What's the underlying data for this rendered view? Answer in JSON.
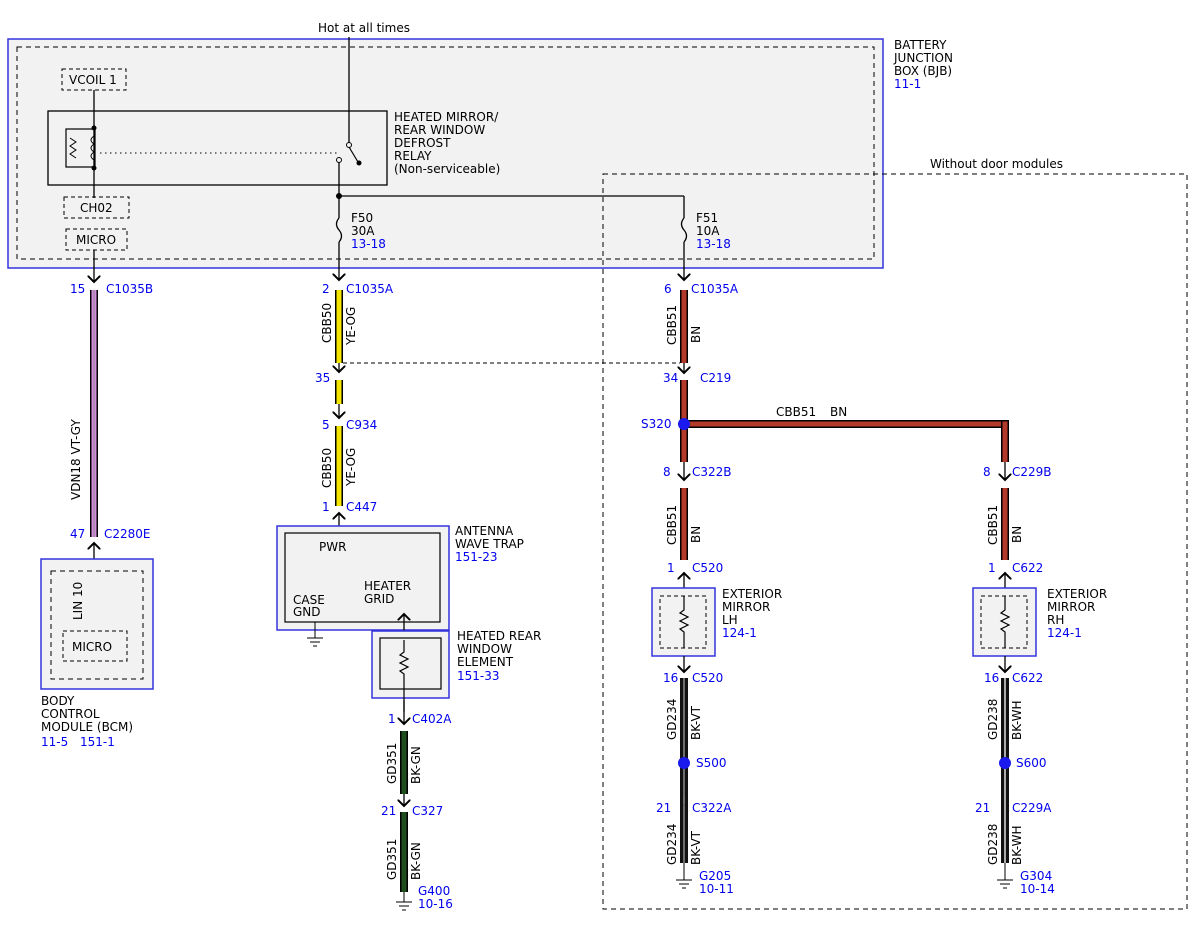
{
  "colors": {
    "box_blue": "#3333dd",
    "ref_blue": "#0000ee",
    "module_fill": "#f2f2f2",
    "wire_yellow": "#f5e600",
    "wire_brown": "#b33a2a",
    "wire_violet": "#d48adf",
    "wire_green": "#1e4d1e",
    "splice_blue": "#1a1aee"
  },
  "header": {
    "hot_at_all_times": "Hot at all times"
  },
  "bjb": {
    "line1": "BATTERY",
    "line2": "JUNCTION",
    "line3": "BOX (BJB)",
    "ref": "11-1"
  },
  "relay": {
    "line1": "HEATED MIRROR/",
    "line2": "REAR WINDOW",
    "line3": "DEFROST",
    "line4": "RELAY",
    "line5": "(Non-serviceable)",
    "vcoil": "VCOIL 1",
    "ch": "CH02",
    "micro": "MICRO"
  },
  "fuses": {
    "f50": {
      "name": "F50",
      "rating": "30A",
      "ref": "13-18"
    },
    "f51": {
      "name": "F51",
      "rating": "10A",
      "ref": "13-18"
    }
  },
  "without_door_modules": "Without door modules",
  "bcm_circuit": {
    "pin_top": "15",
    "conn_top": "C1035B",
    "circuit": "VDN18",
    "color": "VT-GY",
    "pin_bottom": "47",
    "conn_bottom": "C2280E"
  },
  "bcm": {
    "lin": "LIN 10",
    "micro": "MICRO",
    "line1": "BODY",
    "line2": "CONTROL",
    "line3": "MODULE (BCM)",
    "ref1": "11-5",
    "ref2": "151-1"
  },
  "f50_circuit": {
    "pin1": "2",
    "conn1": "C1035A",
    "circuit1": "CBB50",
    "color1": "YE-OG",
    "pin2": "35",
    "pin3": "5",
    "conn3": "C934",
    "circuit2": "CBB50",
    "color2": "YE-OG",
    "pin4": "1",
    "conn4": "C447"
  },
  "antenna": {
    "pwr": "PWR",
    "case1": "CASE",
    "case2": "GND",
    "heater1": "HEATER",
    "heater2": "GRID",
    "line1": "ANTENNA",
    "line2": "WAVE TRAP",
    "ref": "151-23"
  },
  "rear_element": {
    "line1": "HEATED REAR",
    "line2": "WINDOW",
    "line3": "ELEMENT",
    "ref": "151-33"
  },
  "rear_ground": {
    "pin1": "1",
    "conn1": "C402A",
    "circuit1": "GD351",
    "color1": "BK-GN",
    "pin2": "21",
    "conn2": "C327",
    "circuit2": "GD351",
    "color2": "BK-GN",
    "ground": "G400",
    "ref": "10-16"
  },
  "f51_circuit": {
    "pin1": "6",
    "conn1": "C1035A",
    "circuit1": "CBB51",
    "color1": "BN",
    "pin2": "34",
    "conn2": "C219",
    "splice": "S320",
    "branch_circuit": "CBB51",
    "branch_color": "BN"
  },
  "lh": {
    "pin1": "8",
    "conn1": "C322B",
    "circuit1": "CBB51",
    "color1": "BN",
    "pin2": "1",
    "conn2": "C520",
    "line1": "EXTERIOR",
    "line2": "MIRROR",
    "line3": "LH",
    "ref": "124-1",
    "pin3": "16",
    "conn3": "C520",
    "circuit2": "GD234",
    "color2": "BK-VT",
    "splice": "S500",
    "pin4": "21",
    "conn4": "C322A",
    "circuit3": "GD234",
    "color3": "BK-VT",
    "ground": "G205",
    "gref": "10-11"
  },
  "rh": {
    "pin1": "8",
    "conn1": "C229B",
    "circuit1": "CBB51",
    "color1": "BN",
    "pin2": "1",
    "conn2": "C622",
    "line1": "EXTERIOR",
    "line2": "MIRROR",
    "line3": "RH",
    "ref": "124-1",
    "pin3": "16",
    "conn3": "C622",
    "circuit2": "GD238",
    "color2": "BK-WH",
    "splice": "S600",
    "pin4": "21",
    "conn4": "C229A",
    "circuit3": "GD238",
    "color3": "BK-WH",
    "ground": "G304",
    "gref": "10-14"
  }
}
